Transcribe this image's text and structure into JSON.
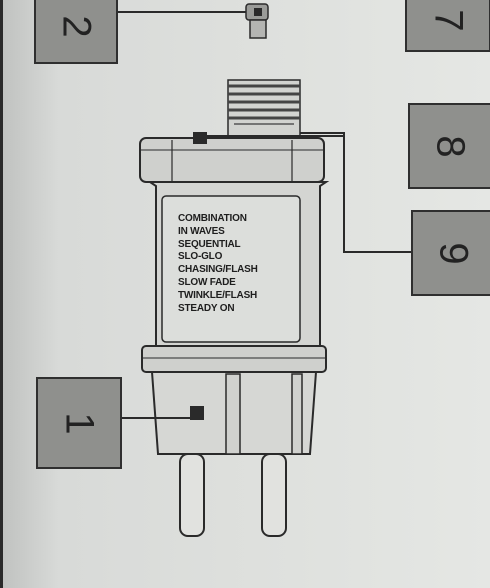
{
  "callouts": {
    "c1": "1",
    "c2": "2",
    "c7": "7",
    "c8": "8",
    "c9": "9"
  },
  "modes": [
    "COMBINATION",
    "IN WAVES",
    "SEQUENTIAL",
    "SLO-GLO",
    "CHASING/FLASH",
    "SLOW FADE",
    "TWINKLE/FLASH",
    "STEADY ON"
  ],
  "colors": {
    "paper": "#dfe1de",
    "callout_fill": "#8f908d",
    "line": "#2a2a2a"
  }
}
